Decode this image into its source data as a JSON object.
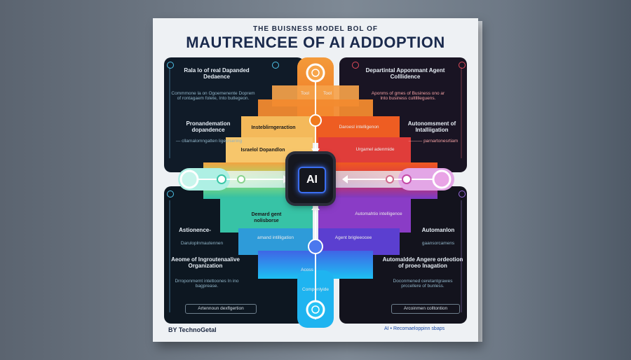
{
  "poster": {
    "kicker": "THE BUISNESS MODEL BOL OF",
    "title": "MAUTRENCEE OF AI ADDOPTION",
    "footer_left": "BY TechnoGetal",
    "footer_right": "AI • Recomaeloppinn sbaps"
  },
  "center": {
    "label": "AI",
    "top_left": "Tool",
    "top_right": "Tool",
    "left_upper": "Insteblirngeraction",
    "right_upper": "Daroesl intelligenon",
    "left_mid": "Israelol Dopandlon",
    "right_mid": "Urgamel adenmide",
    "left_lower": "Demard gent nolisborse",
    "right_lower": "Automahtio intelligence",
    "bottom_left": "amand intilligation",
    "bottom_right": "Agent brigleeocee",
    "bottom_mid": "Acoss",
    "bottom_base": "Compenlyide"
  },
  "panels": {
    "tl": {
      "heading": "Rala lo of real Dapanded Dedaence",
      "body": "Commmone la on Ogoemenente Doprem of rontagaem folete, Into butlegeon.",
      "heading2": "Pronandemation dopandence",
      "caption": "— cllamalomngatten ligecrsering"
    },
    "tr": {
      "heading": "Departintal Apponmant Agent Colllidence",
      "body": "Aponms of gmes of Business ono ar lnto business cultlllleguens.",
      "heading2": "Autonomsment of Intalliigation",
      "caption": "——— parnartonesrtiam"
    },
    "bl": {
      "heading_top": "Astionence-",
      "caption_top": "Daruloplnmautennen",
      "heading": "Aeome of Ingroutenaalive Organization",
      "body": "Drroponmemt intettoones In ino bagprease.",
      "pill": "Artennoun dexflgertion"
    },
    "br": {
      "heading_top": "Automanlon",
      "caption_top": "gaansorcamens",
      "heading": "Automaldde Angere ordeotion of proeo Inagation",
      "body": "Doconmened ceretantgrawes prccellere of bunless.",
      "pill": "Arcoinmen colltontion"
    }
  },
  "colors": {
    "orange": "#f07a1e",
    "red": "#e24a2c",
    "magenta": "#c13a8c",
    "purple": "#7d3fc9",
    "blue": "#2d6ff0",
    "cyan": "#20b8f0",
    "teal": "#31c1a0",
    "green": "#9be56a"
  }
}
